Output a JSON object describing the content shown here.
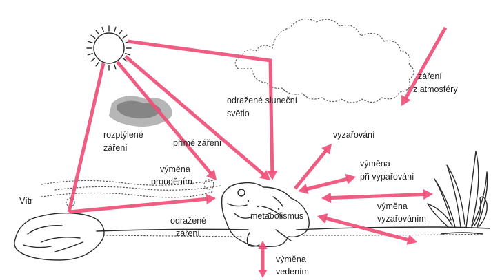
{
  "labels": {
    "sun_reflected": [
      "odražené sluneční",
      "světlo"
    ],
    "atmosphere": [
      "záření",
      "z atmosféry"
    ],
    "diffuse": [
      "rozptýlené",
      "záření"
    ],
    "direct": "přímé záření",
    "convection": [
      "výměna",
      "prouděním"
    ],
    "radiating_out": "vyzařování",
    "evaporation": [
      "výměna",
      "při vypařování"
    ],
    "wind": "Vítr",
    "reflected": [
      "odražené",
      "záření"
    ],
    "radiation_exchange": [
      "výměna",
      "vyzařováním"
    ],
    "metabolism": "metabolismus",
    "conduction": [
      "výměna",
      "vedením"
    ]
  },
  "colors": {
    "arrow": "#ee4f78",
    "ink": "#1e1e1e"
  }
}
